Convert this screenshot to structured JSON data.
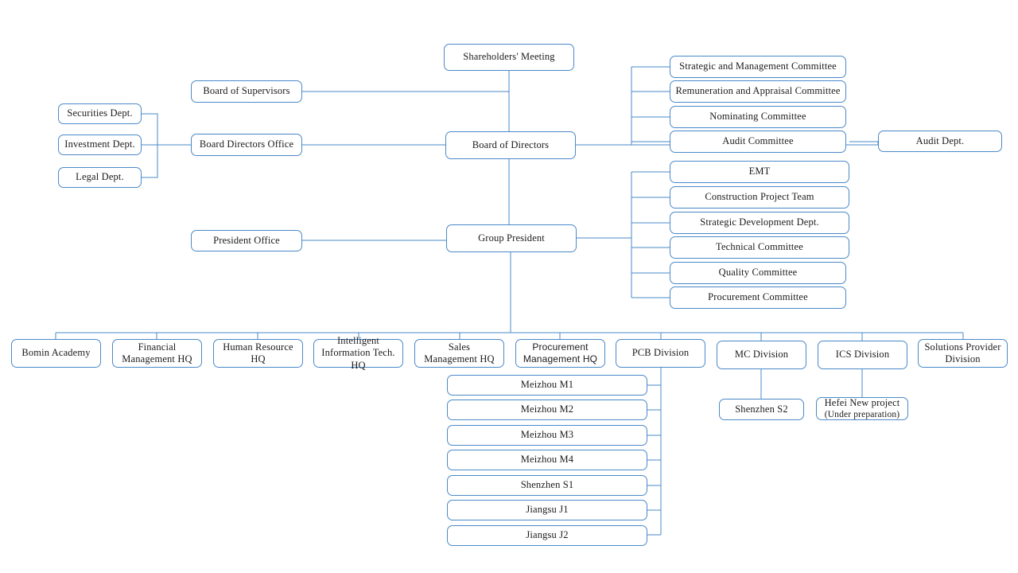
{
  "chart": {
    "type": "org-chart",
    "title": "Group Organizational Structure",
    "accent_color": "#4a89c8",
    "text_color": "#1b1b1b",
    "background_color": "#ffffff"
  },
  "nodes": {
    "shareholders_meeting": {
      "label": "Shareholders' Meeting"
    },
    "board_of_supervisors": {
      "label": "Board of Supervisors"
    },
    "board_of_directors": {
      "label": "Board of Directors"
    },
    "board_directors_office": {
      "label": "Board Directors Office"
    },
    "securities_dept": {
      "label": "Securities Dept."
    },
    "investment_dept": {
      "label": "Investment Dept."
    },
    "legal_dept": {
      "label": "Legal Dept."
    },
    "audit_dept": {
      "label": "Audit Dept."
    },
    "group_president": {
      "label": "Group President"
    },
    "president_office": {
      "label": "President Office"
    }
  },
  "board_committees": [
    {
      "label": "Strategic and Management Committee"
    },
    {
      "label": "Remuneration and Appraisal Committee"
    },
    {
      "label": "Nominating Committee"
    },
    {
      "label": "Audit Committee"
    }
  ],
  "president_committees": [
    {
      "label": "EMT"
    },
    {
      "label": "Construction Project Team"
    },
    {
      "label": "Strategic Development Dept."
    },
    {
      "label": "Technical Committee"
    },
    {
      "label": "Quality Committee"
    },
    {
      "label": "Procurement Committee"
    }
  ],
  "divisions": [
    {
      "label": "Bomin Academy"
    },
    {
      "label": "Financial\nManagement HQ"
    },
    {
      "label": "Human Resource\nHQ"
    },
    {
      "label": "Intelligent\nInformation Tech.\nHQ"
    },
    {
      "label": "Sales\nManagement HQ"
    },
    {
      "label": "Procurement\nManagement HQ"
    },
    {
      "label": "PCB Division"
    },
    {
      "label": "MC Division"
    },
    {
      "label": "ICS Division"
    },
    {
      "label": "Solutions Provider\nDivision"
    }
  ],
  "pcb_sites": [
    {
      "label": "Meizhou M1"
    },
    {
      "label": "Meizhou M2"
    },
    {
      "label": "Meizhou M3"
    },
    {
      "label": "Meizhou M4"
    },
    {
      "label": "Shenzhen S1"
    },
    {
      "label": "Jiangsu J1"
    },
    {
      "label": "Jiangsu J2"
    }
  ],
  "mc_sites": [
    {
      "label": "Shenzhen S2"
    }
  ],
  "ics_sites": [
    {
      "label": "Hefei New project",
      "sub": "(Under preparation)"
    }
  ]
}
